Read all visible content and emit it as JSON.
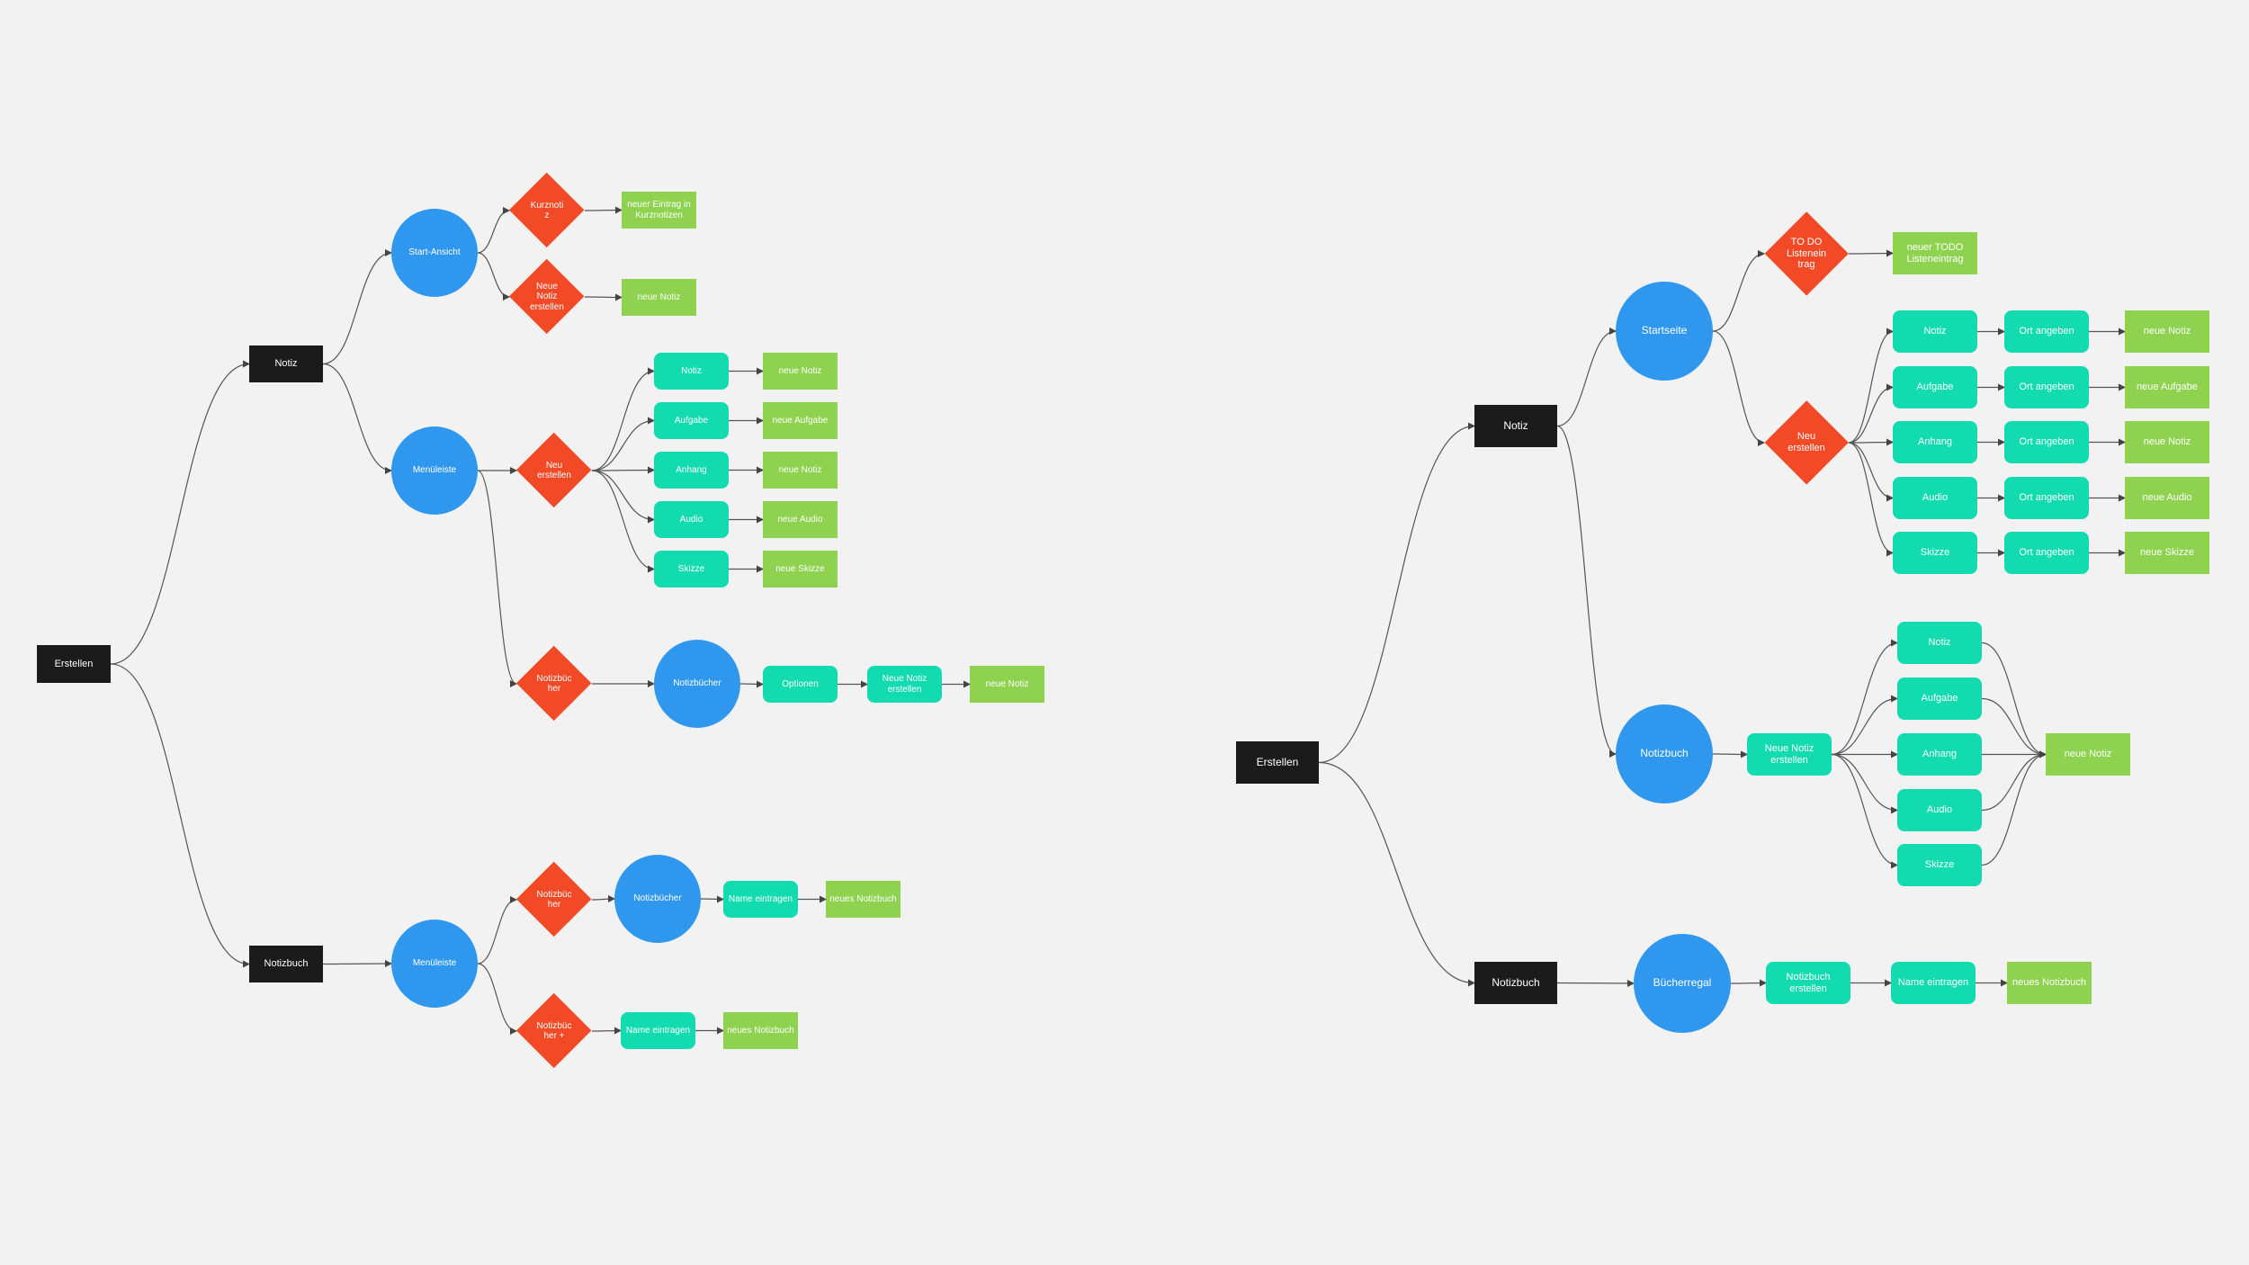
{
  "colors": {
    "background": "#f2f2f2",
    "root": "#1b1b1b",
    "circle": "#2f98ee",
    "decision": "#f24a26",
    "process": "#12dbb0",
    "result": "#8ed24f",
    "edge": "#555555"
  },
  "left": {
    "erstellen": "Erstellen",
    "notiz": "Notiz",
    "notizbuch": "Notizbuch",
    "start_ansicht": "Start-Ansicht",
    "menueleiste_1": "Menüleiste",
    "menueleiste_2": "Menüleiste",
    "kurznotiz": "Kurznoti\nz",
    "neue_notiz_erstellen": "Neue\nNotiz\nerstellen",
    "neuer_eintrag": "neuer Eintrag in\nKurznotizen",
    "neue_notiz_1": "neue Notiz",
    "neu_erstellen": "Neu\nerstellen",
    "opt_notiz": "Notiz",
    "opt_aufgabe": "Aufgabe",
    "opt_anhang": "Anhang",
    "opt_audio": "Audio",
    "opt_skizze": "Skizze",
    "res_notiz": "neue Notiz",
    "res_aufgabe": "neue Aufgabe",
    "res_anhang": "neue Notiz",
    "res_audio": "neue Audio",
    "res_skizze": "neue Skizze",
    "notizbuecher_dec_1": "Notizbüc\nher",
    "notizbuecher_circ_1": "Notizbücher",
    "optionen": "Optionen",
    "neue_notiz_erst_2": "Neue Notiz\nerstellen",
    "neue_notiz_2": "neue Notiz",
    "notizbuecher_dec_2": "Notizbüc\nher",
    "notizbuecher_circ_2": "Notizbücher",
    "name_eintragen_1": "Name eintragen",
    "neues_notizbuch_1": "neues Notizbuch",
    "notizbuecher_dec_3": "Notizbüc\nher +",
    "name_eintragen_2": "Name eintragen",
    "neues_notizbuch_2": "neues Notizbuch"
  },
  "right": {
    "erstellen": "Erstellen",
    "notiz": "Notiz",
    "notizbuch": "Notizbuch",
    "startseite": "Startseite",
    "todo_dec": "TO DO\nListenein\ntrag",
    "todo_res": "neuer TODO\nListeneintrag",
    "neu_erstellen": "Neu\nerstellen",
    "opt_notiz": "Notiz",
    "opt_aufgabe": "Aufgabe",
    "opt_anhang": "Anhang",
    "opt_audio": "Audio",
    "opt_skizze": "Skizze",
    "ort_1": "Ort angeben",
    "ort_2": "Ort angeben",
    "ort_3": "Ort angeben",
    "ort_4": "Ort angeben",
    "ort_5": "Ort angeben",
    "res_notiz": "neue Notiz",
    "res_aufgabe": "neue Aufgabe",
    "res_anhang": "neue Notiz",
    "res_audio": "neue Audio",
    "res_skizze": "neue Skizze",
    "notizbuch_circ": "Notizbuch",
    "neue_notiz_erstellen": "Neue Notiz\nerstellen",
    "nb_notiz": "Notiz",
    "nb_aufgabe": "Aufgabe",
    "nb_anhang": "Anhang",
    "nb_audio": "Audio",
    "nb_skizze": "Skizze",
    "nb_res": "neue Notiz",
    "buecherregal": "Bücherregal",
    "notizbuch_erstellen": "Notizbuch\nerstellen",
    "name_eintragen": "Name eintragen",
    "neues_notizbuch": "neues Notizbuch"
  }
}
